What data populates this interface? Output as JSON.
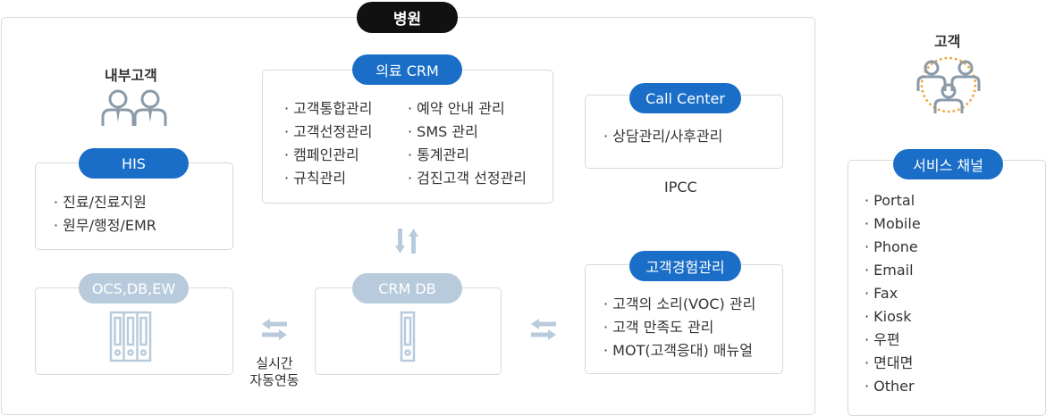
{
  "hospital": {
    "title": "병원"
  },
  "internal_customer": {
    "title": "내부고객",
    "icon": "staff-icon"
  },
  "his": {
    "title": "HIS",
    "items": [
      "진료/진료지원",
      "원무/행정/EMR"
    ]
  },
  "ocs": {
    "title": "OCS,DB,EW",
    "icon": "server-rack-icon"
  },
  "realtime": {
    "line1": "실시간",
    "line2": "자동연동"
  },
  "medical_crm": {
    "title": "의료 CRM",
    "col1": [
      "고객통합관리",
      "고객선정관리",
      "캠페인관리",
      "규칙관리"
    ],
    "col2": [
      "예약 안내 관리",
      "SMS 관리",
      "통계관리",
      "검진고객 선정관리"
    ]
  },
  "crm_db": {
    "title": "CRM DB",
    "icon": "server-icon"
  },
  "call_center": {
    "title": "Call Center",
    "items": [
      "상담관리/사후관리"
    ],
    "sub": "IPCC"
  },
  "cx": {
    "title": "고객경험관리",
    "items": [
      "고객의 소리(VOC) 관리",
      "고객 만족도 관리",
      "MOT(고객응대) 매뉴얼"
    ]
  },
  "customer": {
    "title": "고객",
    "icon": "customer-group-icon"
  },
  "service_channel": {
    "title": "서비스 채널",
    "items": [
      "Portal",
      "Mobile",
      "Phone",
      "Email",
      "Fax",
      "Kiosk",
      "우편",
      "면대면",
      "Other"
    ]
  },
  "colors": {
    "accent": "#1a6ec7",
    "muted": "#b8cbdc",
    "dot": "#f0a030",
    "icon": "#8a9aa8"
  }
}
